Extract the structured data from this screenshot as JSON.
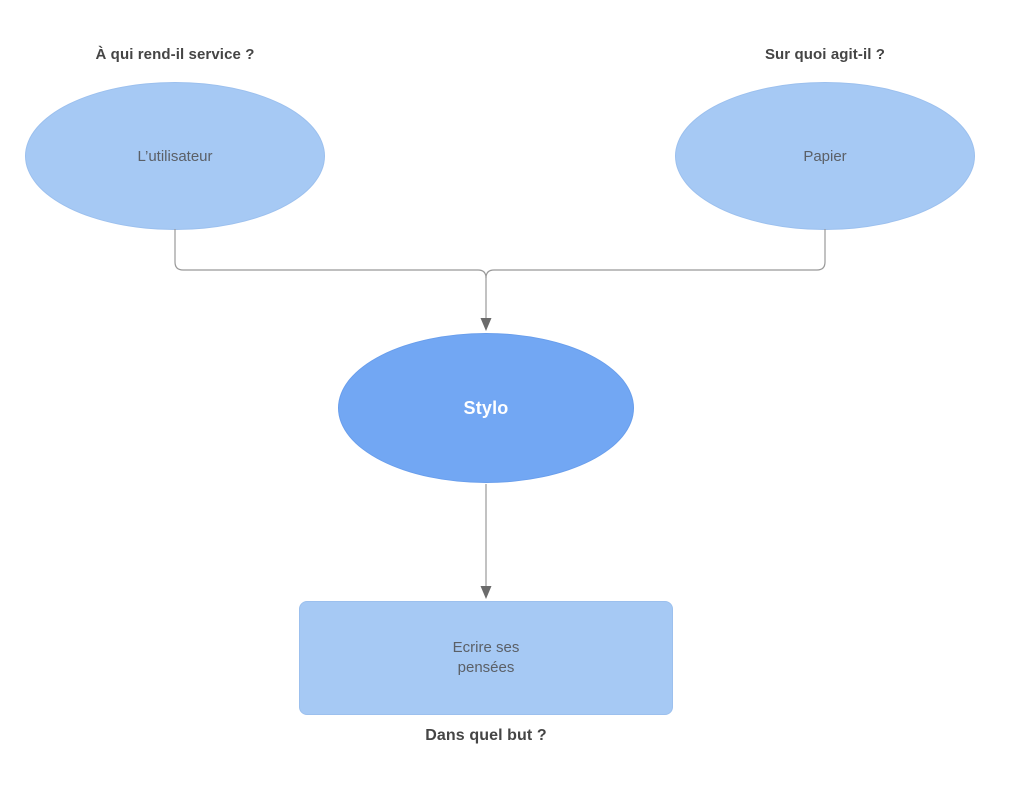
{
  "colors": {
    "background": "#ffffff",
    "node_fill_light": "#a6c9f4",
    "node_fill_primary": "#72a7f3",
    "node_text_light_fill": "#5b6067",
    "node_text_primary_fill": "#ffffff",
    "label_text": "#454545",
    "connector_line": "#999999",
    "arrowhead": "#6b6b6b"
  },
  "diagram": {
    "kind": "bete-a-cornes",
    "labels": {
      "who_serves": "À qui rend-il service ?",
      "acts_on": "Sur quoi agit-il ?",
      "purpose": "Dans quel but ?"
    },
    "nodes": {
      "user": {
        "text": "L’utilisateur",
        "shape": "ellipse"
      },
      "paper": {
        "text": "Papier",
        "shape": "ellipse"
      },
      "product": {
        "text": "Stylo",
        "shape": "ellipse"
      },
      "goal": {
        "text": "Ecrire ses\npensées",
        "shape": "rounded-rectangle"
      }
    }
  }
}
